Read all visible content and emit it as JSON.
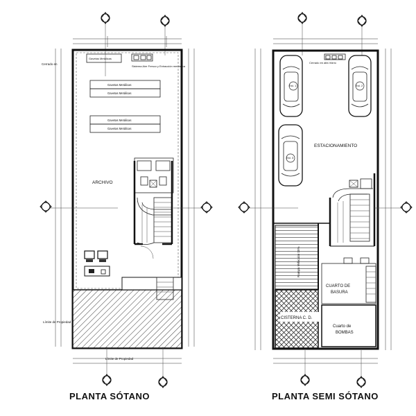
{
  "plans": [
    {
      "title": "PLANTA SÓTANO",
      "labels": {
        "cerrado": "Cerrado en",
        "gavetas_top": "Gavetas Metálicas",
        "sistema": "Sistema Aire Fresco y Extracción mecánica",
        "g1": "Gavetas Metálicas",
        "g2": "Gavetas Metálicas",
        "g3": "Gavetas Metálicas",
        "g4": "Gavetas Metálicas",
        "archivo": "ARCHIVO",
        "limite1": "Límite de Propiedad",
        "limite2": "Límite de Propiedad"
      }
    },
    {
      "title": "PLANTA SEMI SÓTANO",
      "labels": {
        "cerrado": "Cerrado en alfa Vidrio",
        "est1": "Est. 1",
        "est2": "Est. 2",
        "est3": "Est. 3",
        "estacionamiento": "ESTACIONAMIENTO",
        "rampa": "Rampa Vehicular 15%",
        "basura1": "CUARTO DE",
        "basura2": "BASURA",
        "cisterna": "CISTERNA C. D.",
        "bombas1": "Cuarto de",
        "bombas2": "BOMBAS"
      }
    }
  ]
}
